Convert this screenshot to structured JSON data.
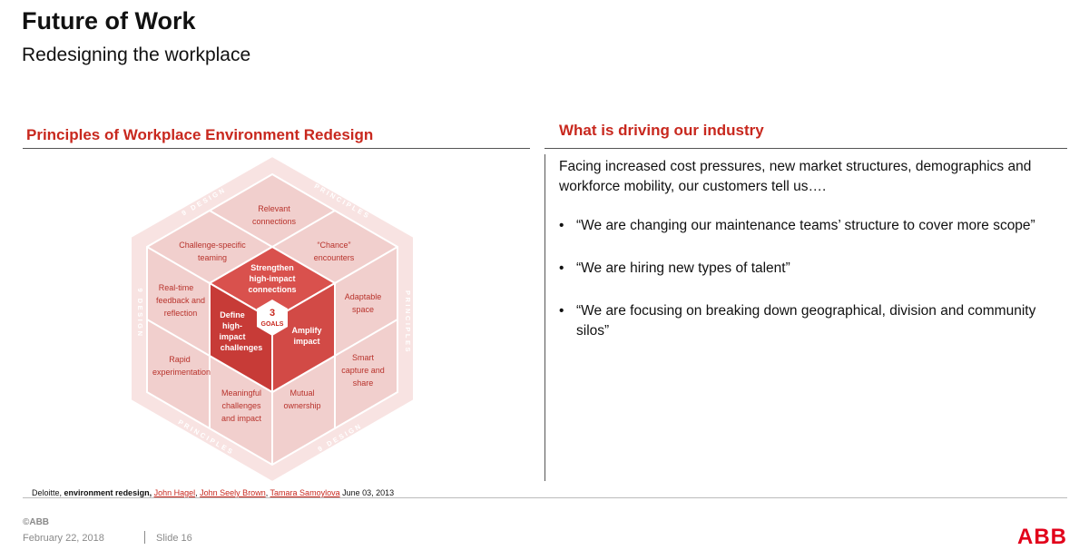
{
  "header": {
    "title": "Future of Work",
    "subtitle": "Redesigning the workplace"
  },
  "left": {
    "heading": "Principles of Workplace Environment Redesign",
    "diagram": {
      "ring_labels": [
        "9 DESIGN",
        "PRINCIPLES",
        "9 DESIGN",
        "PRINCIPLES",
        "9 DESIGN",
        "PRINCIPLES"
      ],
      "principles": {
        "relevant_connections": [
          "Relevant",
          "connections"
        ],
        "challenge_specific_teaming": [
          "Challenge-specific",
          "teaming"
        ],
        "chance_encounters": [
          "“Chance”",
          "encounters"
        ],
        "real_time_feedback": [
          "Real-time",
          "feedback and",
          "reflection"
        ],
        "adaptable_space": [
          "Adaptable",
          "space"
        ],
        "rapid_experimentation": [
          "Rapid",
          "experimentation"
        ],
        "smart_capture": [
          "Smart",
          "capture and",
          "share"
        ],
        "meaningful_challenges": [
          "Meaningful",
          "challenges",
          "and impact"
        ],
        "mutual_ownership": [
          "Mutual",
          "ownership"
        ]
      },
      "goals": {
        "count": "3",
        "label": "GOALS",
        "strengthen": [
          "Strengthen",
          "high-impact",
          "connections"
        ],
        "define": [
          "Define",
          "high-",
          "impact",
          "challenges"
        ],
        "amplify": [
          "Amplify",
          "impact"
        ]
      }
    },
    "source": {
      "org": "Deloitte,",
      "title": "environment redesign,",
      "author1": "John Hagel",
      "author2": "John Seely Brown",
      "author3": "Tamara Samoylova",
      "date": "June 03, 2013"
    }
  },
  "right": {
    "heading": "What is driving our industry",
    "intro": "Facing increased cost pressures, new market structures, demographics and workforce mobility, our customers tell us….",
    "bullets": [
      "“We are changing our maintenance teams’ structure to cover more scope”",
      "“We are hiring new types of talent”",
      "“We are focusing on breaking down geographical, division and community silos”"
    ]
  },
  "footer": {
    "copyright": "©ABB",
    "date": "February 22, 2018",
    "slide": "Slide 16",
    "logo": "ABB"
  },
  "colors": {
    "accent": "#c8281e",
    "outer_face": "#f5d7d6",
    "mid_face": "#eec3c1",
    "goal_top": "#d9514d",
    "goal_left": "#c73b37",
    "goal_right": "#d24a46"
  }
}
